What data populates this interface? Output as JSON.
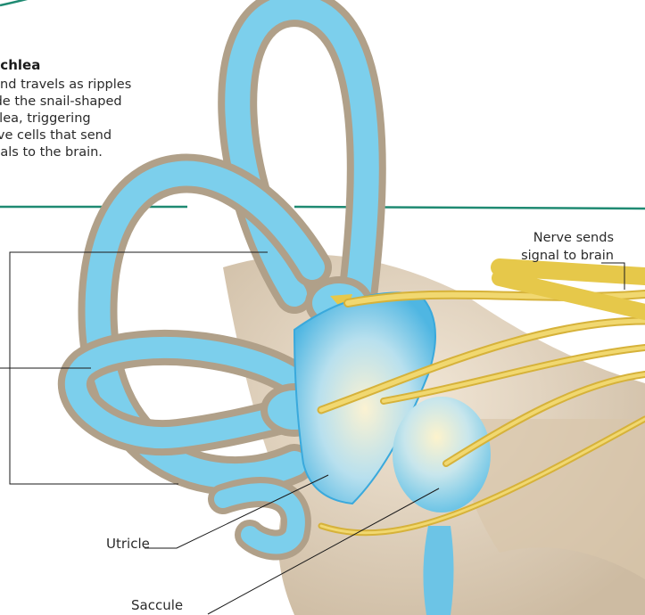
{
  "cochlea": {
    "title": "ochlea",
    "lines": [
      "ound travels as ripples",
      "side the snail-shaped",
      "chlea, triggering",
      "erve cells that send",
      "gnals to the brain."
    ]
  },
  "labels": {
    "nerve_line1": "Nerve sends",
    "nerve_line2": "signal to brain",
    "utricle": "Utricle",
    "saccule": "Saccule"
  },
  "colors": {
    "canal_fill": "#7ccfec",
    "canal_edge": "#b0a089",
    "nerve": "#e6c84a",
    "bone": "#e2d2bd",
    "rule_green": "#1f8a72",
    "leader": "#1a1a1a"
  }
}
